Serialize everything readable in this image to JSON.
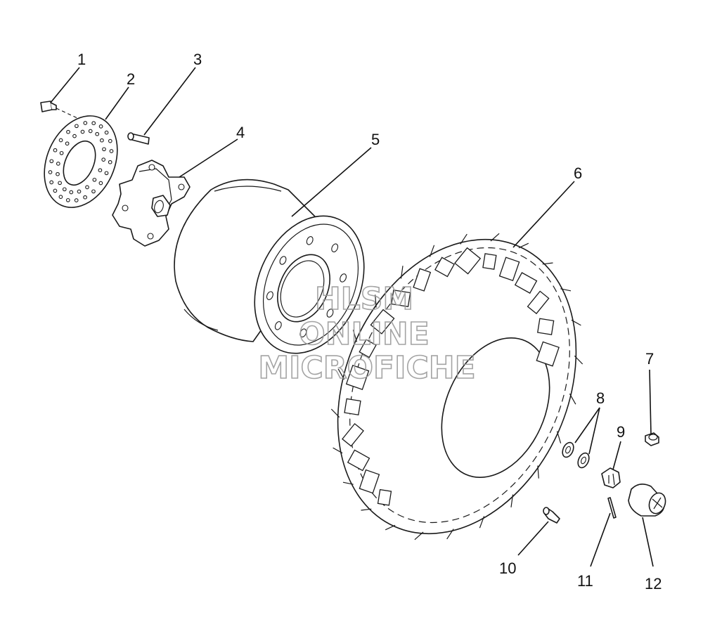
{
  "diagram": {
    "parts": [
      {
        "id": "1",
        "icon": "bolt-icon"
      },
      {
        "id": "2",
        "icon": "brake-disc-icon"
      },
      {
        "id": "3",
        "icon": "stud-icon"
      },
      {
        "id": "4",
        "icon": "wheel-hub-icon"
      },
      {
        "id": "5",
        "icon": "wheel-rim-icon"
      },
      {
        "id": "6",
        "icon": "tire-icon"
      },
      {
        "id": "7",
        "icon": "nut-icon"
      },
      {
        "id": "8",
        "icon": "washer-icon"
      },
      {
        "id": "9",
        "icon": "castle-nut-icon"
      },
      {
        "id": "10",
        "icon": "valve-stem-icon"
      },
      {
        "id": "11",
        "icon": "cotter-pin-icon"
      },
      {
        "id": "12",
        "icon": "hub-cap-icon"
      }
    ]
  },
  "watermark": {
    "line1": "HLSM",
    "line2": "ONLINE",
    "line3": "MICROFICHE"
  },
  "colors": {
    "line": "#1a1a1a",
    "watermark": "#9a9a9a",
    "background": "#ffffff"
  }
}
